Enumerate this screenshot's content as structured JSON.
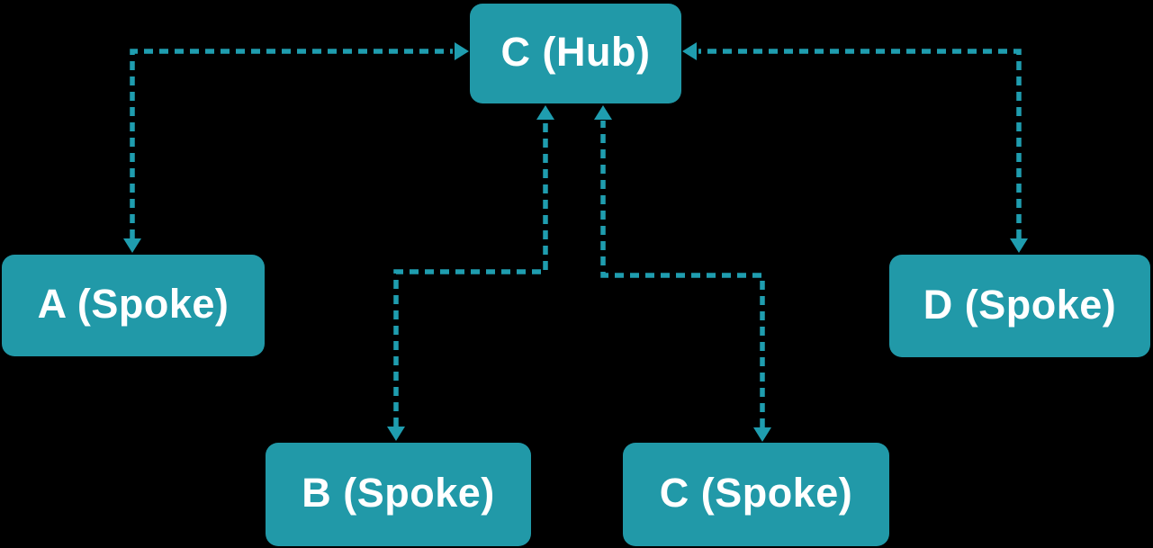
{
  "diagram": {
    "type": "hub-and-spoke",
    "colors": {
      "background": "#000000",
      "node_fill": "#2199A8",
      "node_text": "#FFFFFF",
      "connector": "#1F9DAF"
    },
    "nodes": [
      {
        "id": "hub",
        "label": "C (Hub)",
        "role": "hub"
      },
      {
        "id": "a-spoke",
        "label": "A (Spoke)",
        "role": "spoke"
      },
      {
        "id": "b-spoke",
        "label": "B (Spoke)",
        "role": "spoke"
      },
      {
        "id": "c-spoke",
        "label": "C (Spoke)",
        "role": "spoke"
      },
      {
        "id": "d-spoke",
        "label": "D (Spoke)",
        "role": "spoke"
      }
    ],
    "edges": [
      {
        "between": [
          "a-spoke",
          "hub"
        ],
        "line_style": "dashed",
        "arrowheads": "both-ends"
      },
      {
        "between": [
          "b-spoke",
          "hub"
        ],
        "line_style": "dashed",
        "arrowheads": "both-ends"
      },
      {
        "between": [
          "c-spoke",
          "hub"
        ],
        "line_style": "dashed",
        "arrowheads": "both-ends"
      },
      {
        "between": [
          "d-spoke",
          "hub"
        ],
        "line_style": "dashed",
        "arrowheads": "both-ends"
      }
    ]
  }
}
